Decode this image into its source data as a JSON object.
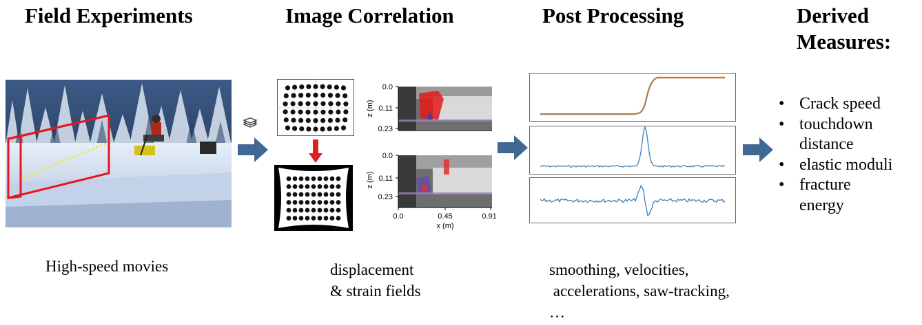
{
  "colors": {
    "arrow_blue": "#3f6894",
    "arrow_red": "#e02020",
    "box_red": "#e8141e",
    "trace_blue": "#3a7fbf",
    "trace_orange": "#e0862a",
    "snow": "#d5e2f2",
    "sky_dark": "#1c3152"
  },
  "stages": {
    "field": {
      "title": "Field Experiments",
      "caption": "High-speed movies"
    },
    "correlation": {
      "title": "Image Correlation",
      "caption_lines": [
        "displacement",
        "& strain fields"
      ],
      "plot_top": {
        "y_axis_label": "z (m)",
        "y_ticks": [
          "0.0",
          "0.11",
          "0.23"
        ]
      },
      "plot_bottom": {
        "y_axis_label": "z (m)",
        "y_ticks": [
          "0.0",
          "0.11",
          "0.23"
        ],
        "x_axis_label": "x (m)",
        "x_ticks": [
          "0.0",
          "0.45",
          "0.91"
        ]
      }
    },
    "post": {
      "title": "Post Processing",
      "caption_lines": [
        "smoothing, velocities,",
        " accelerations, saw-tracking,",
        "…"
      ]
    },
    "derived": {
      "title_lines": [
        "Derived",
        "Measures:"
      ],
      "bullet_symbol": "•",
      "items": [
        {
          "lines": [
            "Crack speed"
          ]
        },
        {
          "lines": [
            "touchdown",
            "distance"
          ]
        },
        {
          "lines": [
            "elastic moduli"
          ]
        },
        {
          "lines": [
            "fracture",
            "energy"
          ]
        }
      ]
    }
  },
  "icons": [
    "layers-icon",
    "right-arrow-icon",
    "down-arrow-icon"
  ]
}
